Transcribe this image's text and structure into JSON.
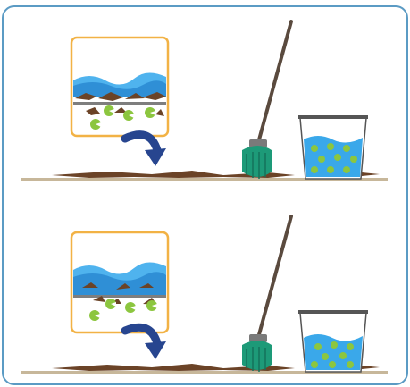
{
  "colors": {
    "frame_border": "#5b9bc4",
    "inset_border": "#f2b245",
    "water_dark": "#2f8fd6",
    "water_light": "#4fb3ee",
    "dirt": "#6b4327",
    "germ": "#8cc63f",
    "mop_head": "#1d9a78",
    "mop_handle": "#5a4a3e",
    "floor": "#c7b79a",
    "arrow": "#27458f",
    "bucket_water": "#3aa8ea"
  },
  "icons": {
    "magnifier_inset": "zoom-inset-icon",
    "arrow": "curved-arrow-icon",
    "mop": "mop-icon",
    "bucket": "bucket-icon",
    "germ": "germ-icon",
    "dirt": "dirt-icon"
  },
  "scenes": [
    {
      "id": "top",
      "inset": "dirt-and-germs-trapped-under-floor-line",
      "bucket_germs": 9
    },
    {
      "id": "bottom",
      "inset": "dirt-and-germs-lifted-by-water",
      "bucket_germs": 8
    }
  ]
}
